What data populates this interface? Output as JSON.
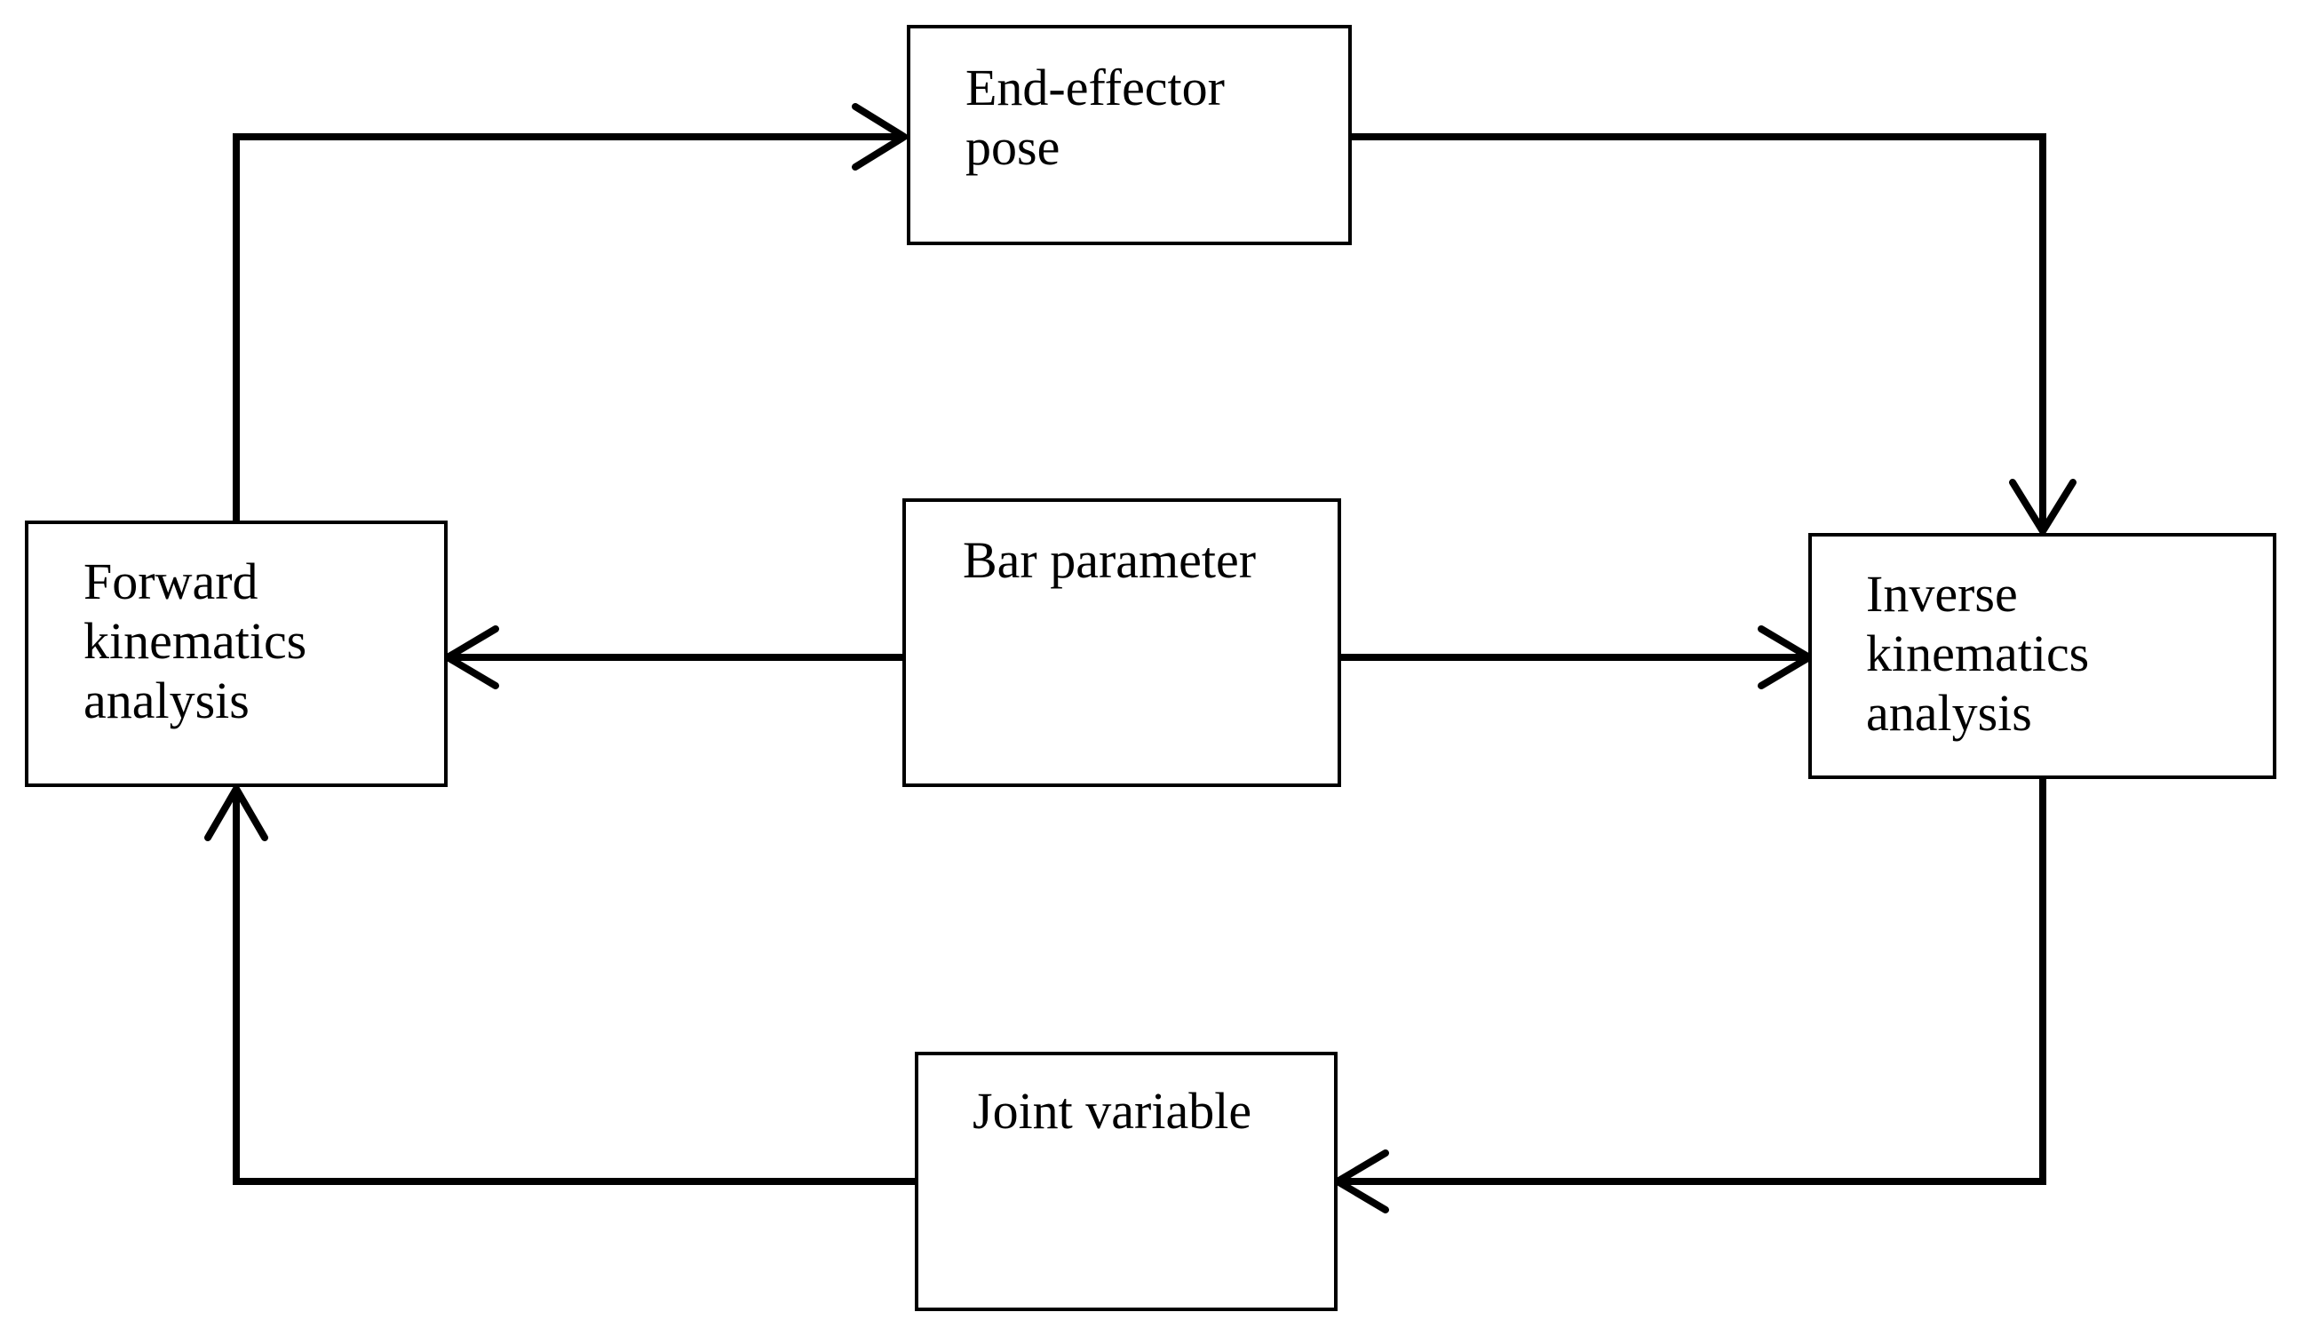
{
  "diagram": {
    "nodes": {
      "end_effector_pose": {
        "line1": "End-effector",
        "line2": "pose"
      },
      "bar_parameter": {
        "line1": "Bar parameter"
      },
      "forward_kinematics": {
        "line1": "Forward",
        "line2": "kinematics",
        "line3": "analysis"
      },
      "inverse_kinematics": {
        "line1": "Inverse",
        "line2": "kinematics",
        "line3": "analysis"
      },
      "joint_variable": {
        "line1": "Joint variable"
      }
    },
    "edges": [
      {
        "from": "forward_kinematics",
        "to": "end_effector_pose"
      },
      {
        "from": "end_effector_pose",
        "to": "inverse_kinematics"
      },
      {
        "from": "bar_parameter",
        "to": "forward_kinematics"
      },
      {
        "from": "bar_parameter",
        "to": "inverse_kinematics"
      },
      {
        "from": "inverse_kinematics",
        "to": "joint_variable"
      },
      {
        "from": "joint_variable",
        "to": "forward_kinematics"
      }
    ],
    "colors": {
      "stroke": "#000000",
      "background": "#ffffff"
    }
  }
}
